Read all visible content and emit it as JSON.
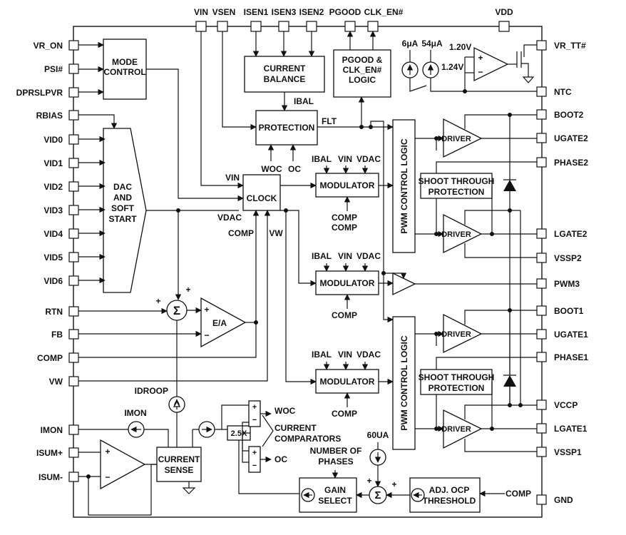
{
  "pins": {
    "top": [
      "VIN",
      "VSEN",
      "ISEN1",
      "ISEN3",
      "ISEN2",
      "PGOOD",
      "CLK_EN#",
      "VDD"
    ],
    "left": [
      "VR_ON",
      "PSI#",
      "DPRSLPVR",
      "RBIAS",
      "VID0",
      "VID1",
      "VID2",
      "VID3",
      "VID4",
      "VID5",
      "VID6",
      "RTN",
      "FB",
      "COMP",
      "VW",
      "IMON",
      "ISUM+",
      "ISUM-"
    ],
    "right": [
      "VR_TT#",
      "NTC",
      "BOOT2",
      "UGATE2",
      "PHASE2",
      "LGATE2",
      "VSSP2",
      "PWM3",
      "BOOT1",
      "UGATE1",
      "PHASE1",
      "VCCP",
      "LGATE1",
      "VSSP1",
      "GND"
    ]
  },
  "blocks": {
    "mode_control": [
      "MODE",
      "CONTROL"
    ],
    "current_balance": [
      "CURRENT",
      "BALANCE"
    ],
    "pgood_logic": [
      "PGOOD &",
      "CLK_EN#",
      "LOGIC"
    ],
    "protection": "PROTECTION",
    "dac": [
      "DAC",
      "AND",
      "SOFT",
      "START"
    ],
    "clock": "CLOCK",
    "modulator": "MODULATOR",
    "pwm_logic": "PWM CONTROL LOGIC",
    "driver": "DRIVER",
    "shoot_through": [
      "SHOOT THROUGH",
      "PROTECTION"
    ],
    "ea": "E/A",
    "current_sense": [
      "CURRENT",
      "SENSE"
    ],
    "gain_select": [
      "GAIN",
      "SELECT"
    ],
    "adj_ocp": [
      "ADJ. OCP",
      "THRESHOLD"
    ],
    "gain_25x": "2.5X"
  },
  "labels": {
    "ibal": "IBAL",
    "flt": "FLT",
    "woc": "WOC",
    "oc": "OC",
    "vin": "VIN",
    "vdac": "VDAC",
    "comp": "COMP",
    "vw": "VW",
    "idroop": "IDROOP",
    "imon": "IMON",
    "current_comparators": [
      "CURRENT",
      "COMPARATORS"
    ],
    "number_of_phases": [
      "NUMBER OF",
      "PHASES"
    ],
    "src_6ua": "6μA",
    "src_54ua": "54μA",
    "src_60ua": "60UA",
    "ref_120": "1.20V",
    "ref_124": "1.24V",
    "sigma": "Σ",
    "plus": "+",
    "minus": "−"
  }
}
